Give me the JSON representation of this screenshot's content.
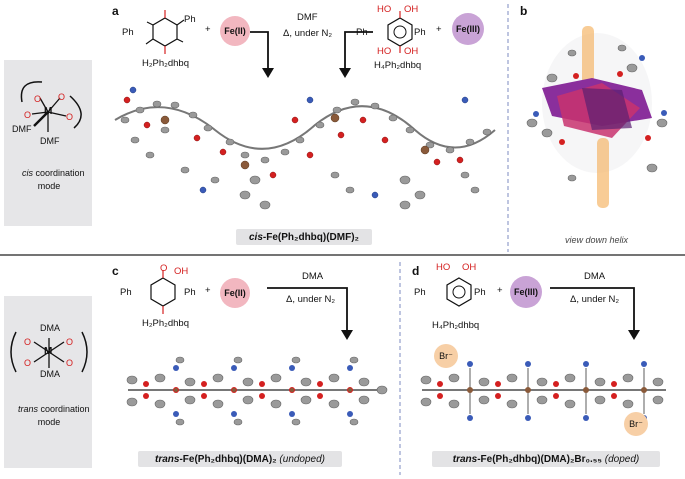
{
  "panels": {
    "a": "a",
    "b": "b",
    "c": "c",
    "d": "d"
  },
  "left_top": {
    "L1": "DMF",
    "L2": "DMF",
    "metal": "M",
    "caption_line1": "cis",
    "caption_line1_rest": " coordination",
    "caption_line2": "mode"
  },
  "left_bottom": {
    "L1": "DMA",
    "L2": "DMA",
    "metal": "M",
    "caption_line1": "trans",
    "caption_line1_rest": " coordination",
    "caption_line2": "mode"
  },
  "panel_a": {
    "ligand1": "H₂Ph₂dhbq",
    "ligand2": "H₄Ph₂dhbq",
    "metal1": "Fe(II)",
    "metal2": "Fe(III)",
    "plus": "+",
    "cond1": "DMF",
    "cond2": "Δ, under N₂",
    "product_prefix": "cis",
    "product": "-Fe(Ph₂dhbq)(DMF)₂"
  },
  "panel_b": {
    "caption": "view down helix"
  },
  "panel_c": {
    "ligand": "H₂Ph₂dhbq",
    "metal": "Fe(II)",
    "plus": "+",
    "cond1": "DMA",
    "cond2": "Δ, under N₂",
    "product_prefix": "trans",
    "product": "-Fe(Ph₂dhbq)(DMA)₂",
    "note": "(undoped)"
  },
  "panel_d": {
    "ligand": "H₄Ph₂dhbq",
    "metal": "Fe(III)",
    "plus": "+",
    "cond1": "DMA",
    "cond2": "Δ, under N₂",
    "product_prefix": "trans",
    "product": "-Fe(Ph₂dhbq)(DMA)₂Br₀.₅₅",
    "note": "(doped)",
    "bromide": "Br⁻"
  },
  "atoms": {
    "Ph": "Ph",
    "O": "O",
    "OH": "OH",
    "HO": "HO"
  },
  "colors": {
    "fe2": "#f2b7c0",
    "fe3": "#c9a3d6",
    "bromide": "#f7cfa6",
    "oxygen": "#d42020",
    "carbon": "#9a9a9a",
    "nitrogen": "#3a5bb8",
    "helix_magenta": "#c8336f",
    "helix_purple": "#8a2f9c",
    "helix_orange": "#f5b66a",
    "sidebox": "#e6e6e8",
    "divider": "#7e8bc1"
  }
}
